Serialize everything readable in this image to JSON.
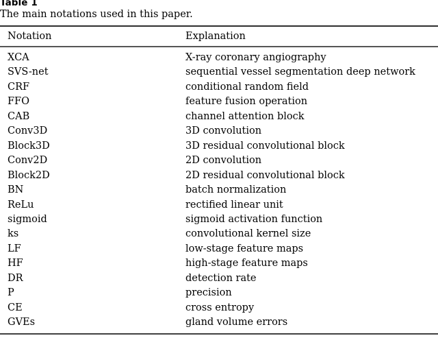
{
  "table": {
    "label": "Table 1",
    "caption": "The main notations used in this paper.",
    "columns": [
      {
        "key": "notation",
        "header": "Notation"
      },
      {
        "key": "explanation",
        "header": "Explanation"
      }
    ],
    "rows": [
      {
        "notation": "XCA",
        "explanation": "X-ray coronary angiography"
      },
      {
        "notation": "SVS-net",
        "explanation": "sequential vessel segmentation deep network"
      },
      {
        "notation": "CRF",
        "explanation": "conditional random field"
      },
      {
        "notation": "FFO",
        "explanation": "feature fusion operation"
      },
      {
        "notation": "CAB",
        "explanation": "channel attention block"
      },
      {
        "notation": "Conv3D",
        "explanation": "3D convolution"
      },
      {
        "notation": "Block3D",
        "explanation": "3D residual convolutional block"
      },
      {
        "notation": "Conv2D",
        "explanation": "2D convolution"
      },
      {
        "notation": "Block2D",
        "explanation": "2D residual convolutional block"
      },
      {
        "notation": "BN",
        "explanation": "batch normalization"
      },
      {
        "notation": "ReLu",
        "explanation": "rectified linear unit"
      },
      {
        "notation": "sigmoid",
        "explanation": "sigmoid activation function"
      },
      {
        "notation": "ks",
        "explanation": "convolutional kernel size"
      },
      {
        "notation": "LF",
        "explanation": "low-stage feature maps"
      },
      {
        "notation": "HF",
        "explanation": "high-stage feature maps"
      },
      {
        "notation": "DR",
        "explanation": "detection rate"
      },
      {
        "notation": "P",
        "explanation": "precision"
      },
      {
        "notation": "CE",
        "explanation": "cross entropy"
      },
      {
        "notation": "GVEs",
        "explanation": "gland volume errors"
      }
    ]
  },
  "styling": {
    "rule_color_top": "#2e2e2e",
    "rule_color_header": "#555555",
    "rule_color_bottom": "#404040",
    "text_color": "#000000",
    "background": "#ffffff"
  }
}
